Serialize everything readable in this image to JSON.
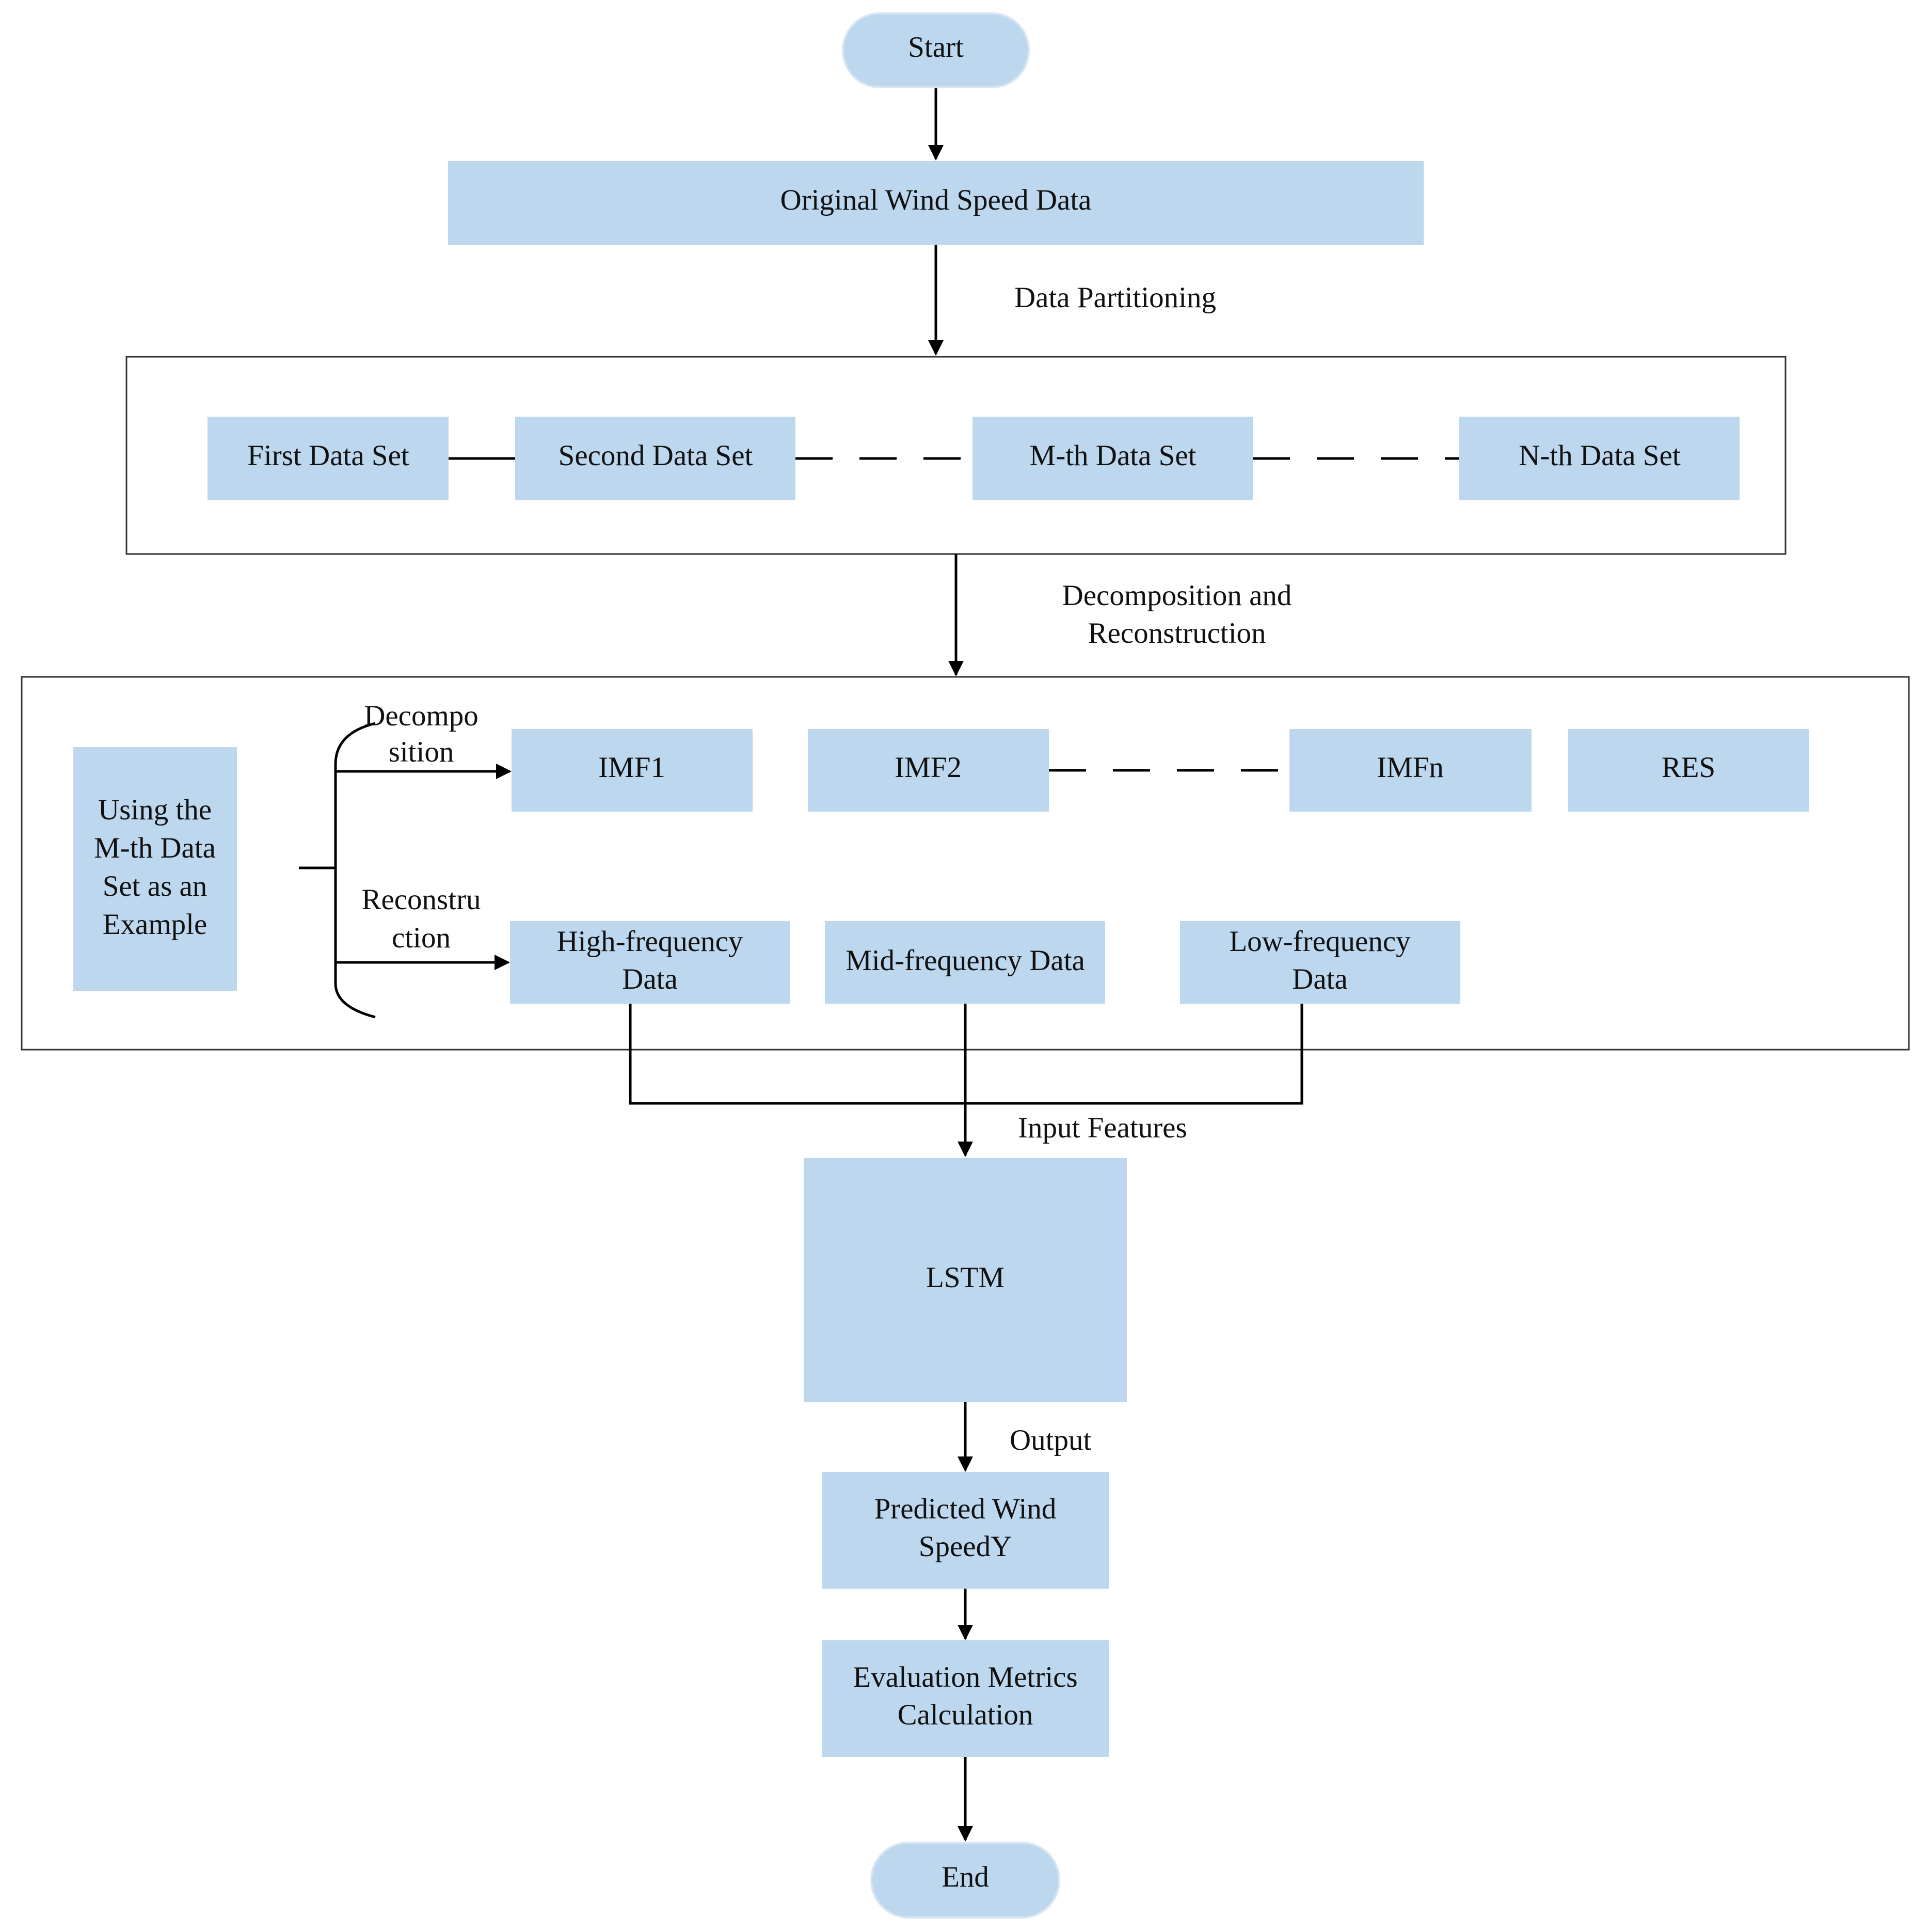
{
  "colors": {
    "node_fill": "#bdd7ee",
    "line": "#000000",
    "frame": "#333333"
  },
  "flow": {
    "start": "Start",
    "original": "Original Wind Speed Data",
    "data_partitioning": "Data Partitioning",
    "datasets": {
      "first": "First Data Set",
      "second": "Second Data Set",
      "mth": "M-th Data Set",
      "nth": "N-th Data Set"
    },
    "decomp_label": [
      "Decomposition and",
      "Reconstruction"
    ],
    "example": [
      "Using the",
      "M-th Data",
      "Set as an",
      "Example"
    ],
    "decomposition": [
      "Decompo",
      "sition"
    ],
    "reconstruction": [
      "Reconstru",
      "ction"
    ],
    "imfs": {
      "imf1": "IMF1",
      "imf2": "IMF2",
      "imfn": "IMFn",
      "res": "RES"
    },
    "freq": {
      "high": [
        "High-frequency",
        "Data"
      ],
      "mid": "Mid-frequency Data",
      "low": [
        "Low-frequency",
        "Data"
      ]
    },
    "input_features": "Input Features",
    "lstm": "LSTM",
    "output": "Output",
    "predicted": [
      "Predicted Wind",
      "SpeedY"
    ],
    "evaluation": [
      "Evaluation Metrics",
      "Calculation"
    ],
    "end": "End"
  }
}
